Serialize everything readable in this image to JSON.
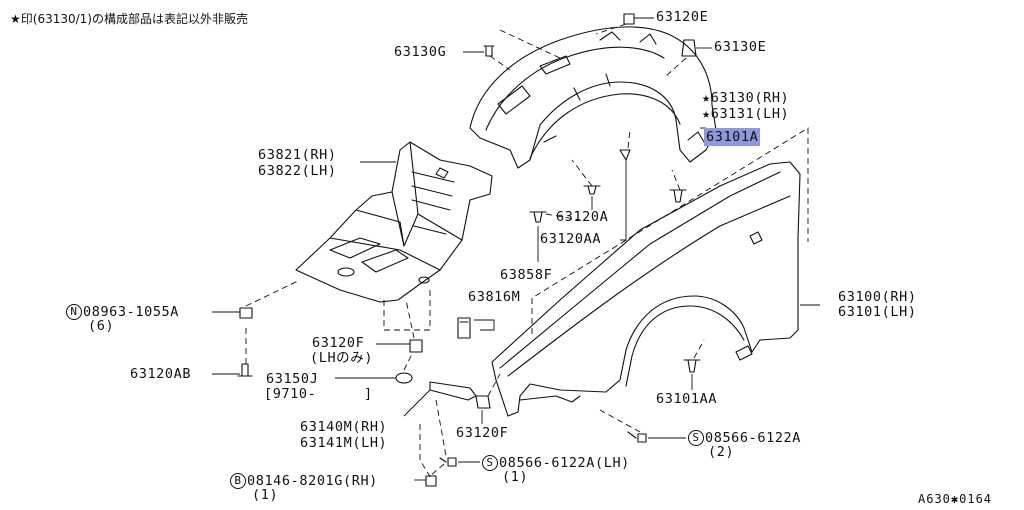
{
  "note": "★印(63130/1)の構成部品は表記以外非販売",
  "diagram_code": "A630✱0164",
  "highlight_color": "#8f98dd",
  "callouts": {
    "c63120E": "63120E",
    "c63130G": "63130G",
    "c63130E": "63130E",
    "c63130rh": "★63130(RH)",
    "c63131lh": "★63131(LH)",
    "c63101A": "63101A",
    "c63821": "63821(RH)",
    "c63822": "63822(LH)",
    "c63120A": "63120A",
    "c63120AA": "63120AA",
    "c63858F": "63858F",
    "c63816M": "63816M",
    "c08963_num": "08963-1055A",
    "c08963_sym": "N",
    "c08963_qty": "(6)",
    "c63100": "63100(RH)",
    "c63101": "63101(LH)",
    "c63120F_lh": "63120F",
    "c63120F_lh_note": "(LHのみ)",
    "c63120AB": "63120AB",
    "c63150J": "63150J",
    "c63150J_range": "[9710-",
    "c63150J_range_end": "]",
    "c63101AA": "63101AA",
    "c63140M": "63140M(RH)",
    "c63141M": "63141M(LH)",
    "c63120F": "63120F",
    "c08566a_sym": "S",
    "c08566a_num": "08566-6122A",
    "c08566a_qty": "(2)",
    "c08566b_sym": "S",
    "c08566b_num": "08566-6122A(LH)",
    "c08566b_qty": "(1)",
    "c08146_sym": "B",
    "c08146_num": "08146-8201G(RH)",
    "c08146_qty": "(1)"
  }
}
